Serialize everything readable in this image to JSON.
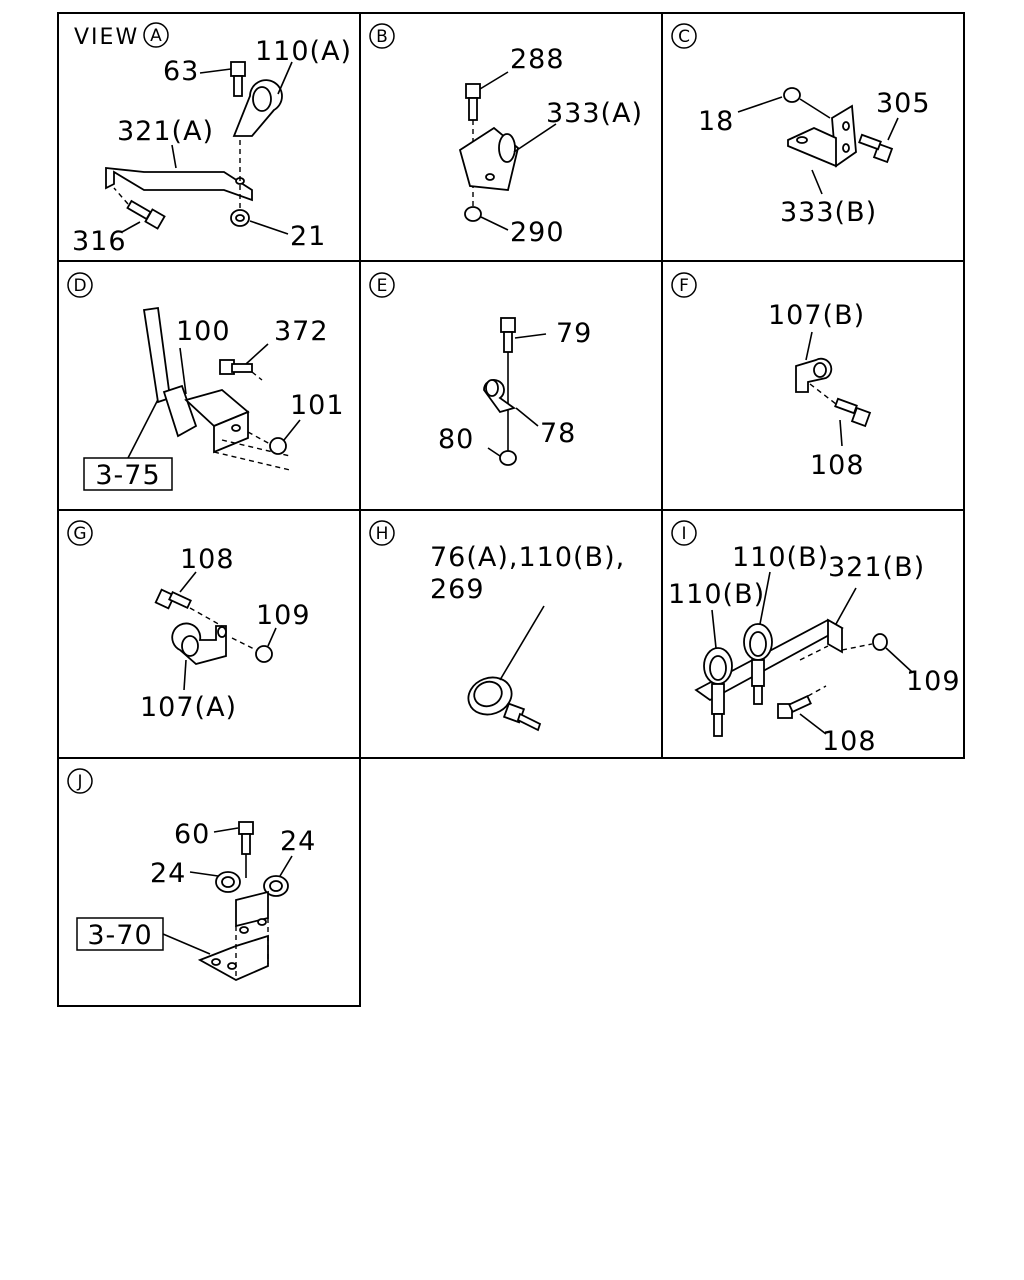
{
  "panels": {
    "A": {
      "view_prefix": "VIEW",
      "letter": "A",
      "labels": [
        "63",
        "110(A)",
        "321(A)",
        "316",
        "21"
      ]
    },
    "B": {
      "letter": "B",
      "labels": [
        "288",
        "333(A)",
        "290"
      ]
    },
    "C": {
      "letter": "C",
      "labels": [
        "18",
        "305",
        "333(B)"
      ]
    },
    "D": {
      "letter": "D",
      "labels": [
        "100",
        "372",
        "101"
      ],
      "ref": "3-75"
    },
    "E": {
      "letter": "E",
      "labels": [
        "79",
        "78",
        "80"
      ]
    },
    "F": {
      "letter": "F",
      "labels": [
        "107(B)",
        "108"
      ]
    },
    "G": {
      "letter": "G",
      "labels": [
        "108",
        "109",
        "107(A)"
      ]
    },
    "H": {
      "letter": "H",
      "labels": [
        "76(A),110(B),",
        "269"
      ]
    },
    "I": {
      "letter": "I",
      "labels": [
        "110(B)",
        "321(B)",
        "110(B)",
        "109",
        "108"
      ]
    },
    "J": {
      "letter": "J",
      "labels": [
        "60",
        "24",
        "24"
      ],
      "ref": "3-70"
    }
  }
}
